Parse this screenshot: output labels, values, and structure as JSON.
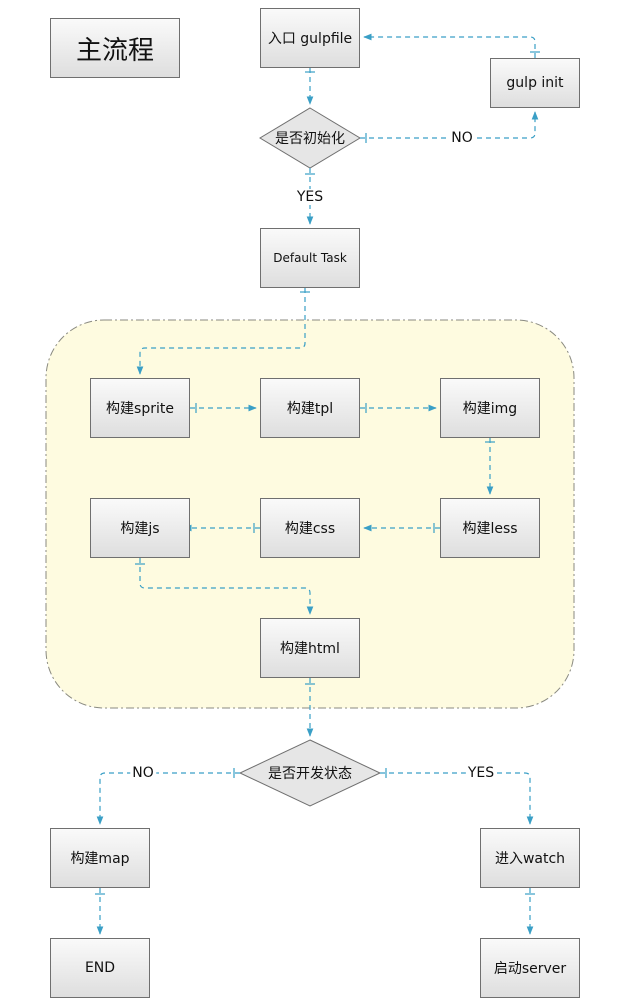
{
  "title": "主流程",
  "nodes": {
    "entry": "入口 gulpfile",
    "gulp_init": "gulp init",
    "is_initialized": "是否初始化",
    "default_task": "Default Task",
    "build_sprite": "构建sprite",
    "build_tpl": "构建tpl",
    "build_img": "构建img",
    "build_js": "构建js",
    "build_css": "构建css",
    "build_less": "构建less",
    "build_html": "构建html",
    "is_dev_state": "是否开发状态",
    "build_map": "构建map",
    "end": "END",
    "enter_watch": "进入watch",
    "start_server": "启动server"
  },
  "edge_labels": {
    "no_init": "NO",
    "yes_init": "YES",
    "no_dev": "NO",
    "yes_dev": "YES"
  },
  "colors": {
    "connector": "#3a9fc6",
    "group_fill": "#fefbe0",
    "group_border": "#8a8a80",
    "box_border": "#6f6f6f"
  }
}
